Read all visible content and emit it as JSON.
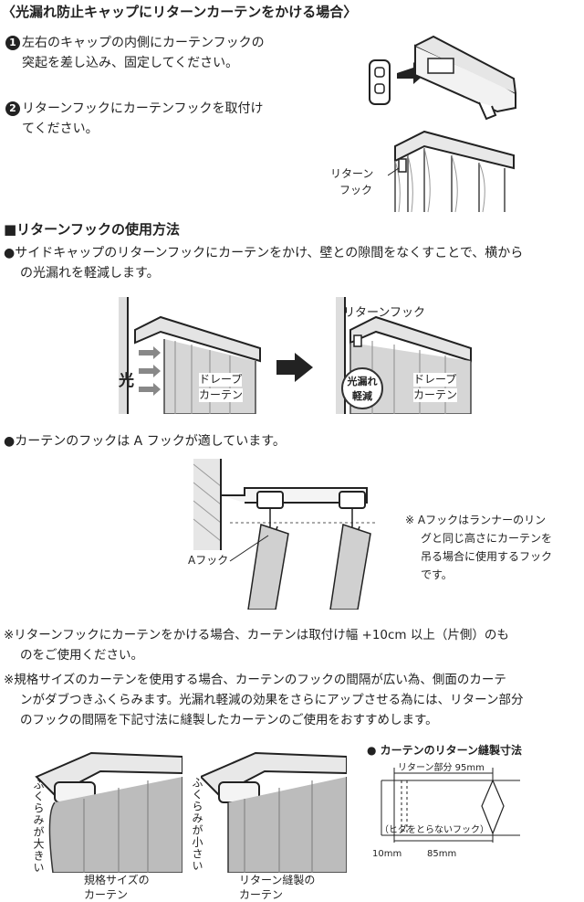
{
  "section1": {
    "title": "〈光漏れ防止キャップにリターンカーテンをかける場合〉",
    "step1_num": "1",
    "step1_line1": "左右のキャップの内側にカーテンフックの",
    "step1_line2": "突起を差し込み、固定してください。",
    "step2_num": "2",
    "step2_line1": "リターンフックにカーテンフックを取付け",
    "step2_line2": "てください。",
    "return_hook_label1": "リターン",
    "return_hook_label2": "フック"
  },
  "section2": {
    "title": "■リターンフックの使用方法",
    "desc_line1": "●サイドキャップのリターンフックにカーテンをかけ、壁との隙間をなくすことで、横から",
    "desc_line2": "の光漏れを軽減します。",
    "light_label": "光",
    "drape_left1": "ドレープ",
    "drape_left2": "カーテン",
    "return_hook_label": "リターンフック",
    "badge_line1": "光漏れ",
    "badge_line2": "軽減",
    "drape_right1": "ドレープ",
    "drape_right2": "カーテン"
  },
  "section3": {
    "desc": "●カーテンのフックは A フックが適しています。",
    "a_hook_label": "Aフック",
    "note_line1": "※ Aフックはランナーのリン",
    "note_line2": "グと同じ高さにカーテンを",
    "note_line3": "吊る場合に使用するフック",
    "note_line4": "です。"
  },
  "notes": {
    "note1_line1": "※リターンフックにカーテンをかける場合、カーテンは取付け幅 +10cm 以上（片側）のも",
    "note1_line2": "のをご使用ください。",
    "note2_line1": "※規格サイズのカーテンを使用する場合、カーテンのフックの間隔が広い為、側面のカーテ",
    "note2_line2": "ンがダブつきふくらみます。光漏れ軽減の効果をさらにアップさせる為には、リターン部分",
    "note2_line3": "のフックの間隔を下記寸法に縫製したカーテンのご使用をおすすめします。"
  },
  "bottom": {
    "vertical_left": "ふくらみが大きい",
    "caption_left1": "規格サイズの",
    "caption_left2": "カーテン",
    "vertical_right": "ふくらみが小さい",
    "caption_right1": "リターン縫製の",
    "caption_right2": "カーテン",
    "dim_title": "● カーテンのリターン縫製寸法",
    "dim_return": "リターン部分 95mm",
    "dim_pleat_note": "（ヒダをとらないフック）",
    "dim_10": "10mm",
    "dim_85": "85mm"
  }
}
